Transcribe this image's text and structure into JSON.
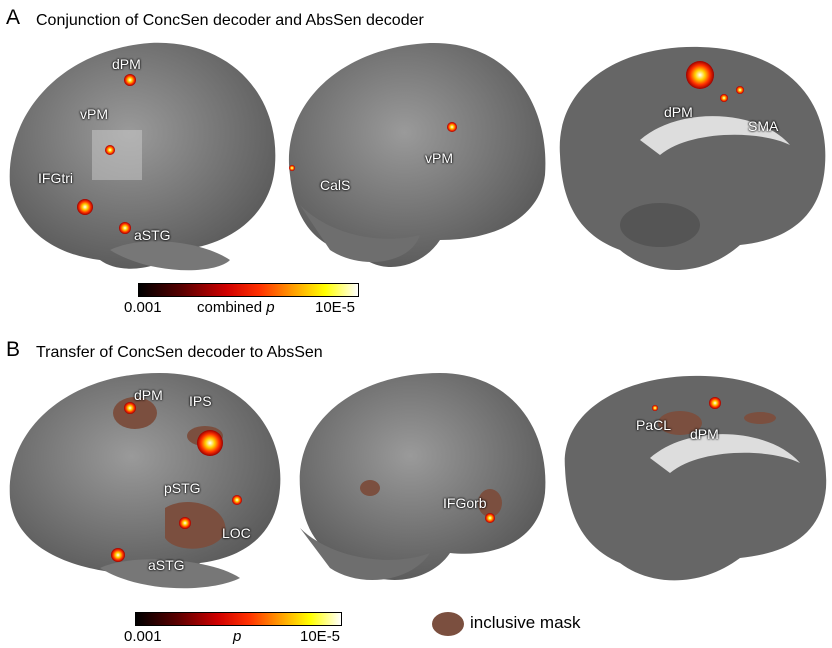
{
  "panel_a": {
    "letter": "A",
    "title": "Conjunction of ConcSen decoder and AbsSen decoder",
    "labels": {
      "dPM_lat": "dPM",
      "vPM_lat": "vPM",
      "IFGtri": "IFGtri",
      "aSTG": "aSTG",
      "CalS": "CalS",
      "vPM_right": "vPM",
      "dPM_med": "dPM",
      "SMA": "SMA"
    },
    "colorbar": {
      "min": "0.001",
      "label": "combined",
      "p": "p",
      "max": "10E-5"
    }
  },
  "panel_b": {
    "letter": "B",
    "title": "Transfer of ConcSen decoder to AbsSen",
    "labels": {
      "dPM_lat": "dPM",
      "IPS": "IPS",
      "pSTG": "pSTG",
      "LOC": "LOC",
      "aSTG": "aSTG",
      "IFGorb": "IFGorb",
      "PaCL": "PaCL",
      "dPM_med": "dPM"
    },
    "colorbar": {
      "min": "0.001",
      "p": "p",
      "max": "10E-5"
    },
    "legend": {
      "mask_label": "inclusive mask",
      "mask_color": "#7b4f3f"
    }
  }
}
